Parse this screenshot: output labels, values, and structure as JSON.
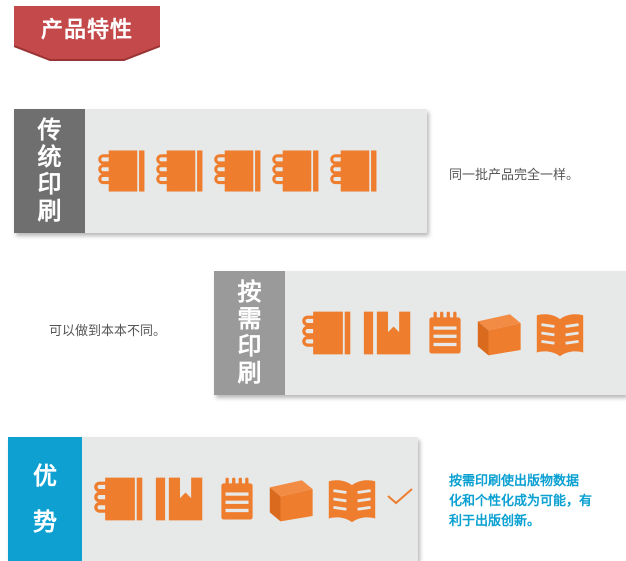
{
  "banner": {
    "title": "产品特性"
  },
  "panels": {
    "traditional": {
      "chars": [
        "传",
        "统",
        "印",
        "刷"
      ],
      "caption": "同一批产品完全一样。"
    },
    "on_demand": {
      "chars": [
        "按",
        "需",
        "印",
        "刷"
      ],
      "caption": "可以做到本本不同。"
    },
    "advantage": {
      "chars": [
        "优",
        "势"
      ],
      "caption_lines": [
        "按需印刷使出版物数据",
        "化和个性化成为可能，有",
        "利于出版创新。"
      ]
    }
  },
  "colors": {
    "accent_orange": "#ef7d2e",
    "banner_red": "#c4494a",
    "gray_label": "#6f6f6f",
    "light_gray_label": "#999999",
    "blue_label": "#0fa0d2"
  },
  "icons": {
    "traditional": [
      "notebook-icon",
      "notebook-icon",
      "notebook-icon",
      "notebook-icon",
      "notebook-icon"
    ],
    "on_demand": [
      "notebook-icon",
      "bookmarked-book-icon",
      "notepad-icon",
      "closed-book-icon",
      "open-book-icon"
    ],
    "advantage": [
      "notebook-icon",
      "bookmarked-book-icon",
      "notepad-icon",
      "closed-book-icon",
      "open-book-icon",
      "checkmark-icon"
    ]
  }
}
